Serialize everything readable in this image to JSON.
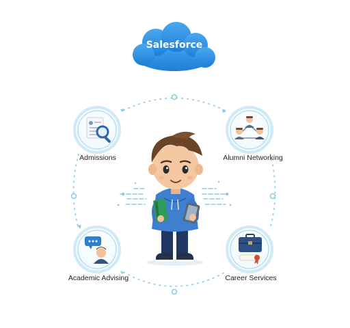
{
  "brand": {
    "name": "Salesforce",
    "cloud_color": "#2f8fe0"
  },
  "nodes": [
    {
      "id": "admissions",
      "label": "Admissions",
      "icon": "document-magnifier-icon"
    },
    {
      "id": "alumni",
      "label": "Alumni Networking",
      "icon": "people-network-icon"
    },
    {
      "id": "advising",
      "label": "Academic Advising",
      "icon": "person-chat-icon"
    },
    {
      "id": "career",
      "label": "Career Services",
      "icon": "briefcase-diploma-icon"
    }
  ],
  "center": {
    "figure": "student-with-book-and-tablet"
  },
  "colors": {
    "ring": "#9fd4ea",
    "node_ring": "#cfeaf5",
    "dash": "#8ccbe6"
  }
}
